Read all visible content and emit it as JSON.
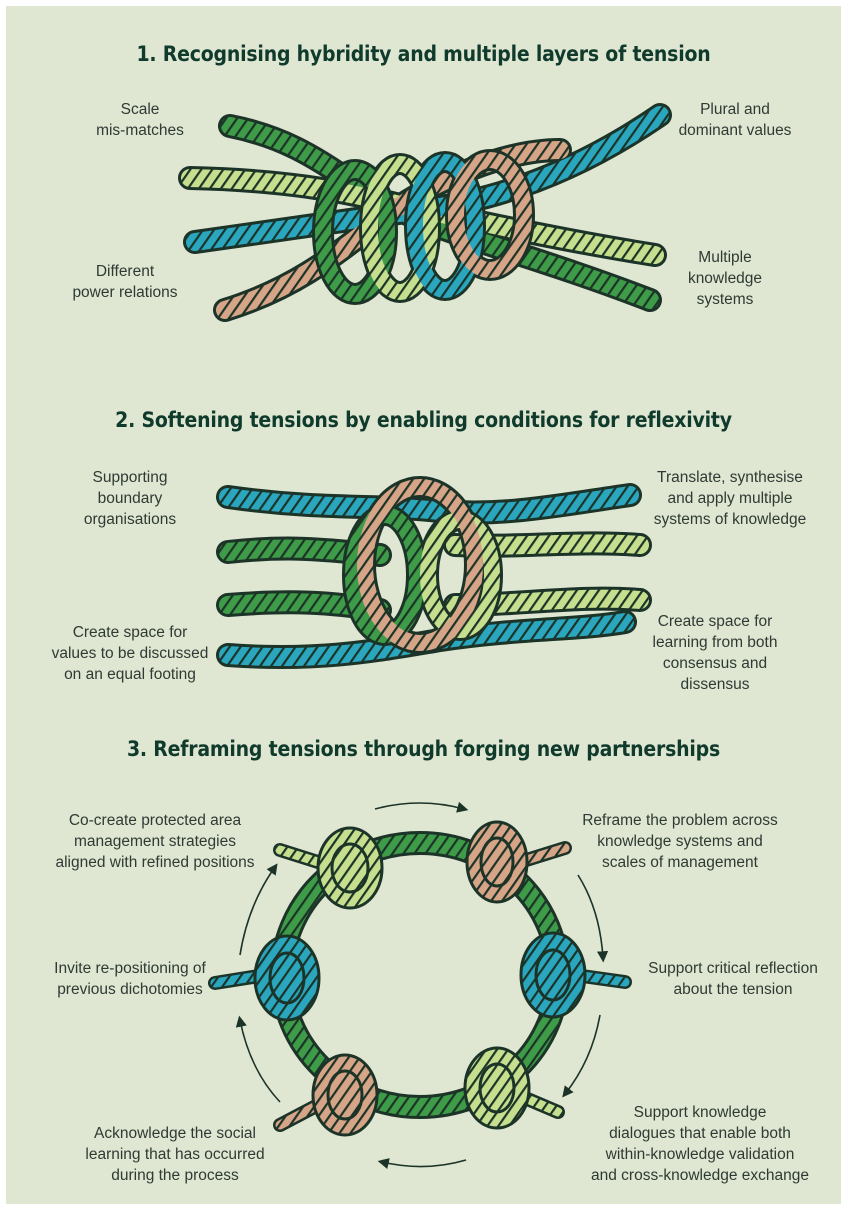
{
  "sections": [
    {
      "title": "1. Recognising hybridity and multiple layers of tension",
      "labels": {
        "top_left": "Scale\nmis-matches",
        "top_right": "Plural and\ndominant values",
        "bottom_left": "Different\npower relations",
        "bottom_right": "Multiple\nknowledge\nsystems"
      }
    },
    {
      "title": "2. Softening tensions by enabling conditions for reflexivity",
      "labels": {
        "top_left": "Supporting\nboundary\norganisations",
        "top_right": "Translate, synthesise\nand apply multiple\nsystems of knowledge",
        "bottom_left": "Create space for\nvalues to be discussed\non an equal footing",
        "bottom_right": "Create space for\nlearning from both\nconsensus and\ndissensus"
      }
    },
    {
      "title": "3. Reframing tensions through forging new partnerships",
      "labels": {
        "top_left": "Co-create protected area\nmanagement strategies\naligned with refined positions",
        "top_right": "Reframe the problem across\nknowledge systems and\nscales of management",
        "middle_right": "Support critical reflection\nabout the tension",
        "bottom_right": "Support knowledge\ndialogues that enable both\nwithin-knowledge validation\nand cross-knowledge exchange",
        "bottom_left": "Acknowledge the social\nlearning that has occurred\nduring the process",
        "middle_left": "Invite re-positioning of\nprevious dichotomies"
      }
    }
  ],
  "colors": {
    "background": "#dfe6d2",
    "title": "#0f3a2c",
    "text": "#2e3a33",
    "rope_dark_green": "#3e9b47",
    "rope_light_green": "#c6df8f",
    "rope_blue": "#2aa7bf",
    "rope_tan": "#d6a587",
    "outline": "#1c3328"
  }
}
